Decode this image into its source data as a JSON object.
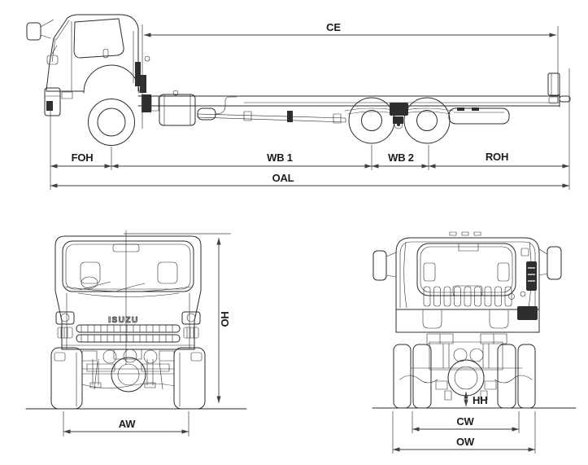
{
  "side_view": {
    "ce": "CE",
    "foh": "FOH",
    "wb1": "WB 1",
    "wb2": "WB 2",
    "roh": "ROH",
    "oal": "OAL"
  },
  "front_view": {
    "badge": "ISUZU",
    "oh": "OH",
    "aw": "AW"
  },
  "rear_view": {
    "hh": "HH",
    "cw": "CW",
    "ow": "OW"
  },
  "colors": {
    "line": "#2b2b2b",
    "dimension": "#3f3f3f",
    "label": "#1c1c1c",
    "background": "#ffffff"
  }
}
